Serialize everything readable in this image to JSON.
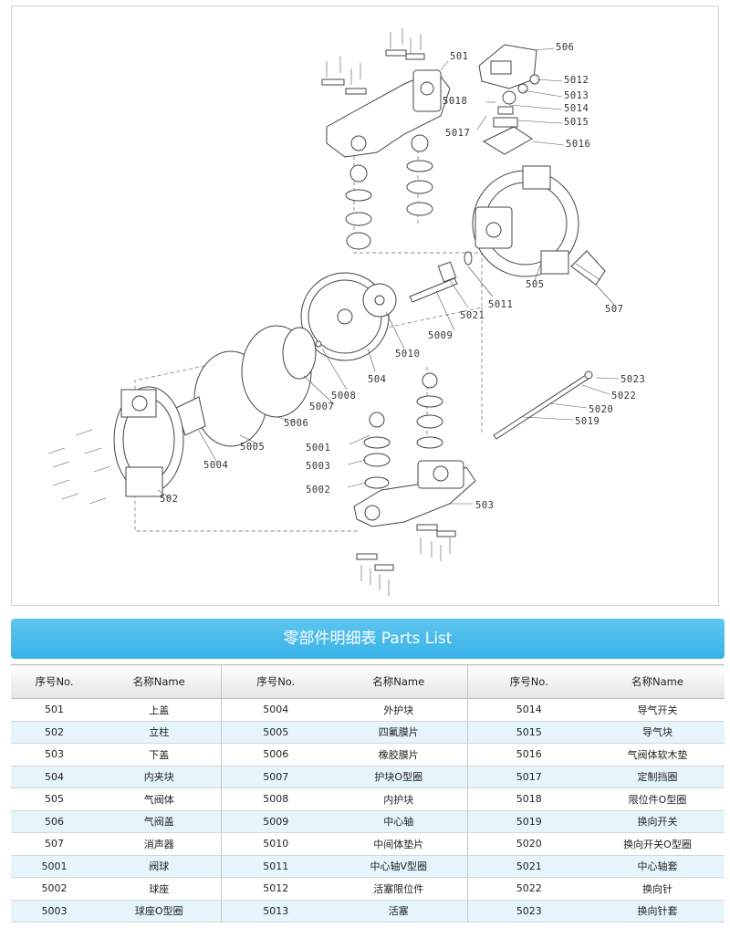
{
  "diagram": {
    "callouts": [
      "501",
      "506",
      "5012",
      "5013",
      "5014",
      "5015",
      "5016",
      "5017",
      "5018",
      "505",
      "5011",
      "5021",
      "507",
      "5009",
      "5010",
      "504",
      "5008",
      "5007",
      "5006",
      "5005",
      "5004",
      "502",
      "5001",
      "5003",
      "5002",
      "503",
      "5023",
      "5022",
      "5020",
      "5019"
    ]
  },
  "table": {
    "title": "零部件明细表 Parts List",
    "headers": {
      "no": "序号No.",
      "name": "名称Name"
    },
    "rows": [
      [
        "501",
        "上盖",
        "5004",
        "外护块",
        "5014",
        "导气开关"
      ],
      [
        "502",
        "立柱",
        "5005",
        "四氟膜片",
        "5015",
        "导气块"
      ],
      [
        "503",
        "下盖",
        "5006",
        "橡胶膜片",
        "5016",
        "气阀体软木垫"
      ],
      [
        "504",
        "内夹块",
        "5007",
        "护块O型圈",
        "5017",
        "定制挡圈"
      ],
      [
        "505",
        "气阀体",
        "5008",
        "内护块",
        "5018",
        "限位件O型圈"
      ],
      [
        "506",
        "气阀盖",
        "5009",
        "中心轴",
        "5019",
        "换向开关"
      ],
      [
        "507",
        "消声器",
        "5010",
        "中间体垫片",
        "5020",
        "换向开关O型圈"
      ],
      [
        "5001",
        "阀球",
        "5011",
        "中心轴V型圈",
        "5021",
        "中心轴套"
      ],
      [
        "5002",
        "球座",
        "5012",
        "活塞限位件",
        "5022",
        "换向针"
      ],
      [
        "5003",
        "球座O型圈",
        "5013",
        "活塞",
        "5023",
        "换向针套"
      ]
    ]
  },
  "colors": {
    "title_bar": "#38b2e8",
    "row_alt": "#e6f5fc"
  }
}
